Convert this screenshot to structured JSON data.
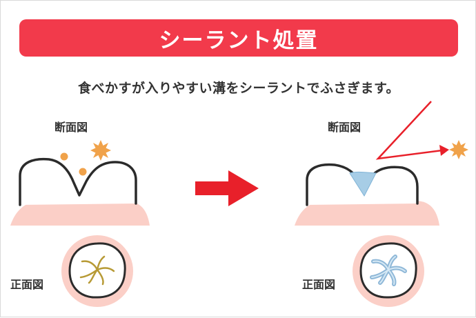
{
  "title": "シーラント処置",
  "subtitle": "食べかすが入りやすい溝をシーラントでふさぎます。",
  "labels": {
    "section_left": "断面図",
    "section_right": "断面図",
    "front_left": "正面図",
    "front_right": "正面図"
  },
  "colors": {
    "banner": "#f23a4b",
    "arrow": "#e8202a",
    "gum": "#fbcfc7",
    "tooth_outline": "#2b2b2b",
    "debris": "#f0a24a",
    "sealant": "#a7cde6",
    "groove": "#b79a35"
  },
  "icons": [
    "right-arrow-icon",
    "sparkle-icon",
    "pointer-arrow-icon"
  ]
}
